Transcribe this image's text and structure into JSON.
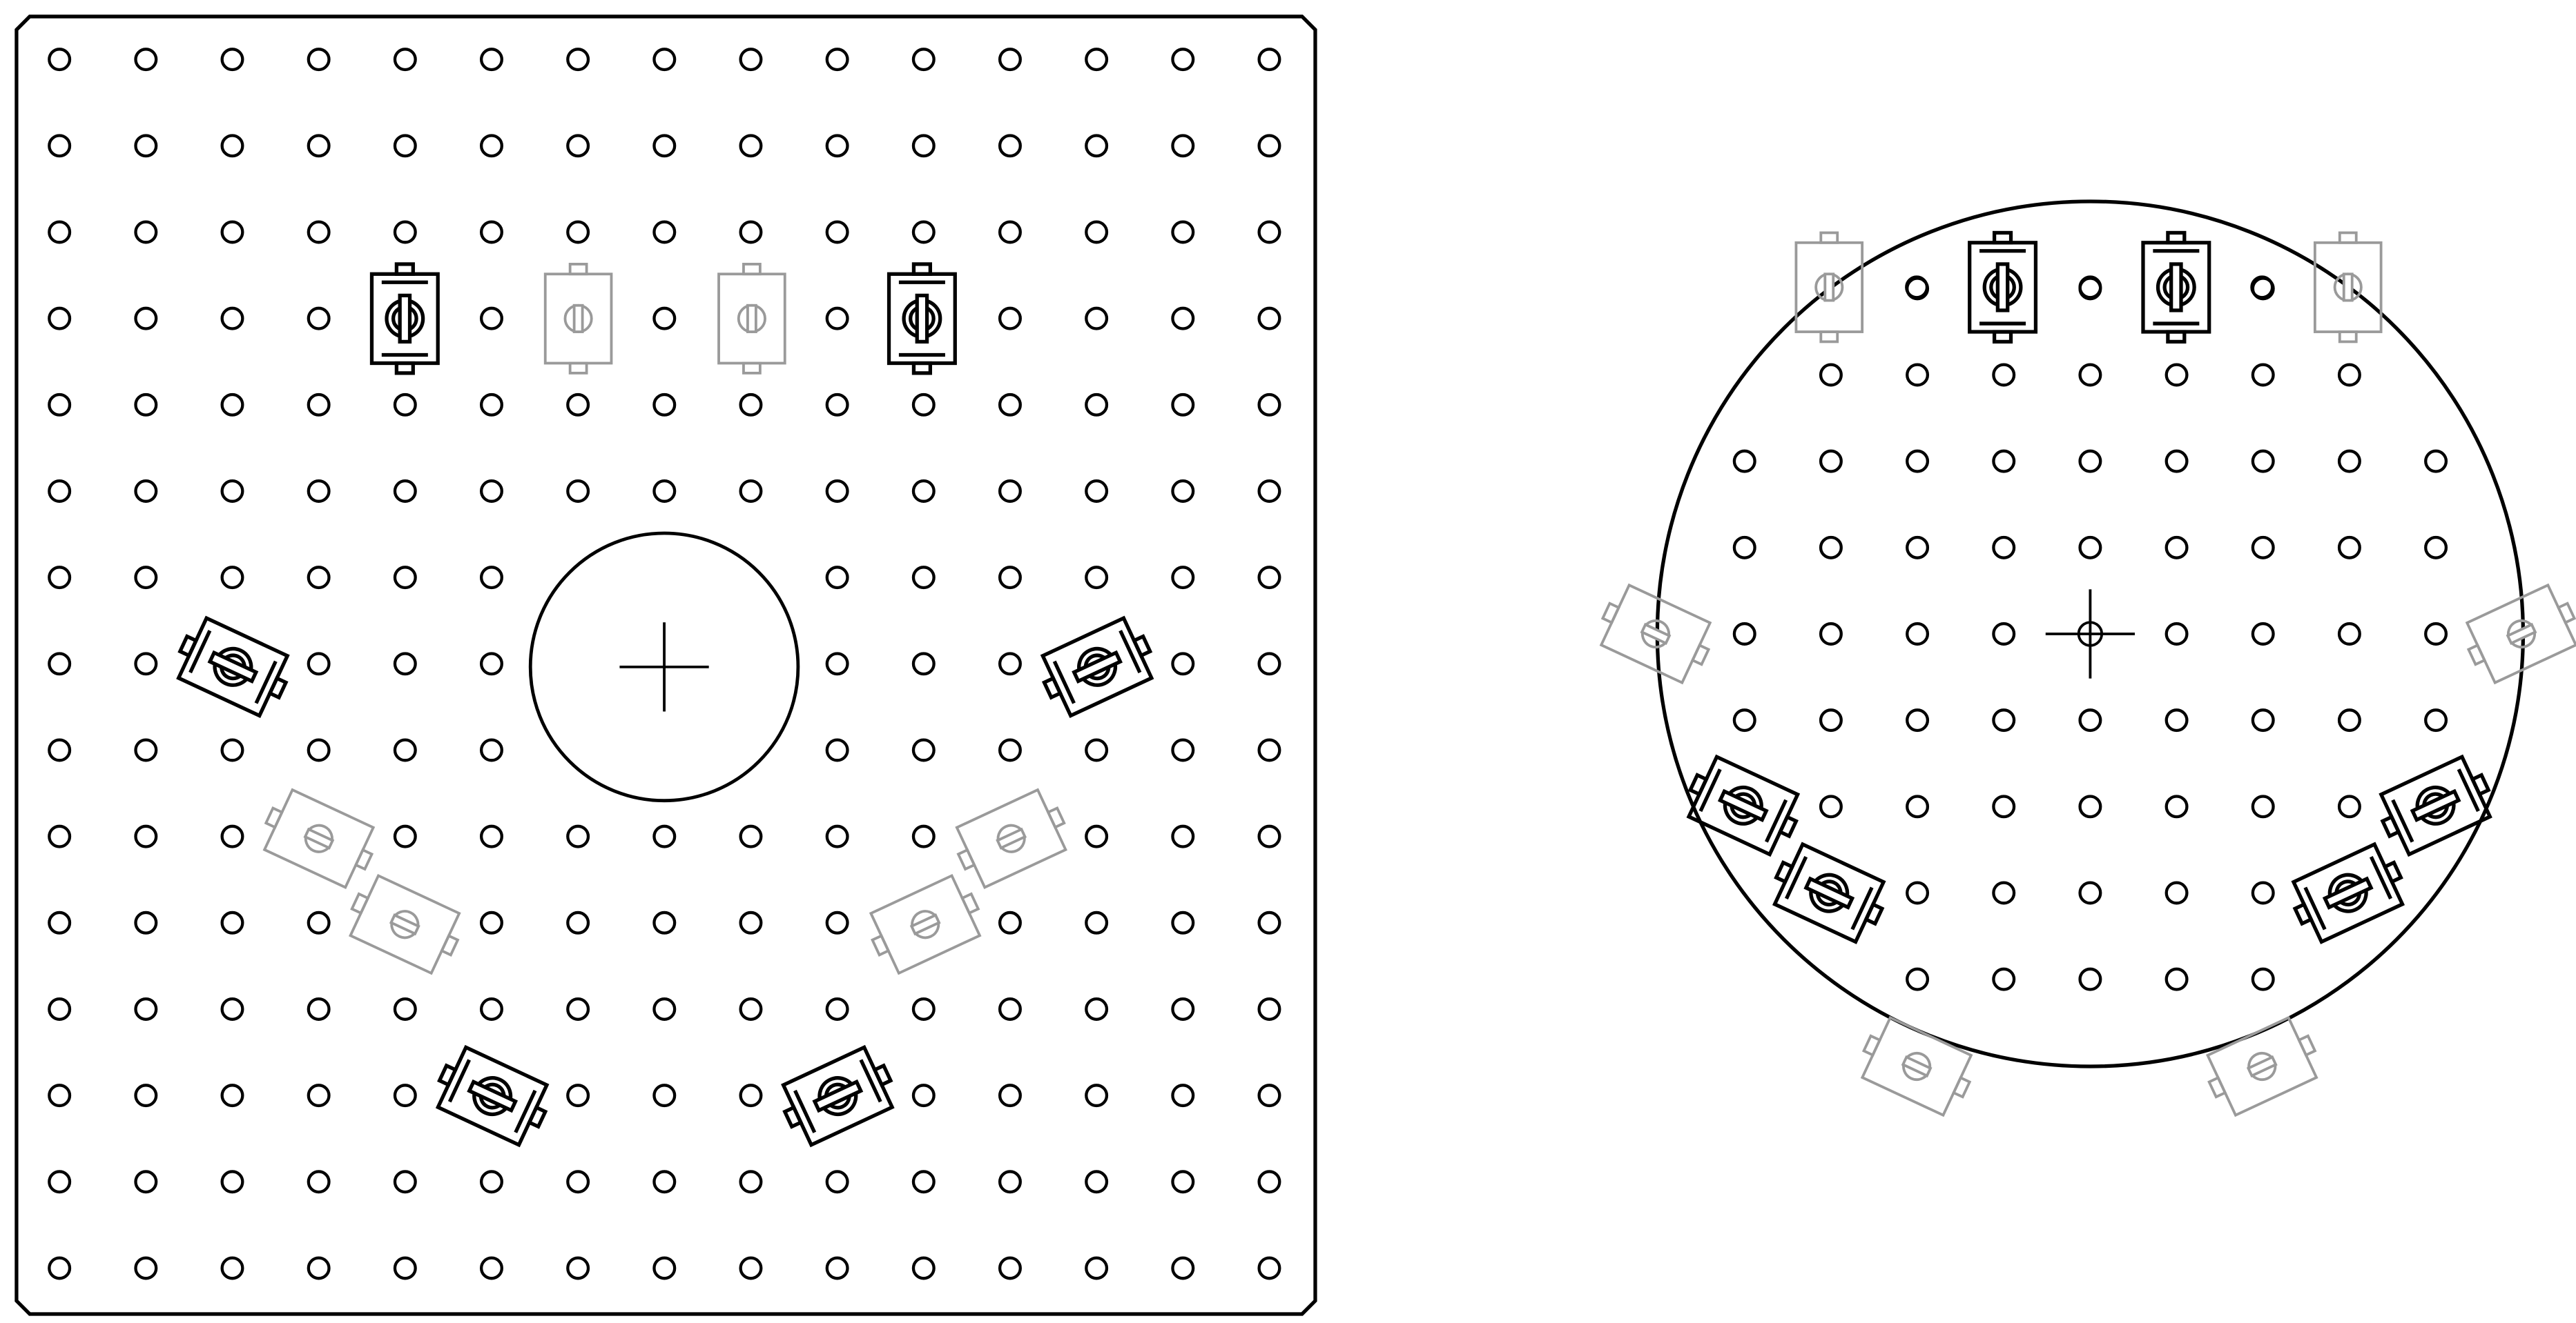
{
  "colors": {
    "background": "#ffffff",
    "active_stroke": "#000000",
    "inactive_stroke": "#9a9a9a"
  },
  "left_plate": {
    "shape": "square-with-chamfered-corners",
    "hole_grid": {
      "rows": 15,
      "cols": 15
    },
    "center_mark": "crosshair-in-large-circle",
    "clamps": [
      {
        "id": "L1",
        "state": "active",
        "orientation": "vertical"
      },
      {
        "id": "L2",
        "state": "inactive",
        "orientation": "vertical"
      },
      {
        "id": "L3",
        "state": "inactive",
        "orientation": "vertical"
      },
      {
        "id": "L4",
        "state": "active",
        "orientation": "vertical"
      },
      {
        "id": "L5",
        "state": "active",
        "orientation": "rotated"
      },
      {
        "id": "L6",
        "state": "active",
        "orientation": "rotated"
      },
      {
        "id": "L7",
        "state": "inactive",
        "orientation": "rotated"
      },
      {
        "id": "L8",
        "state": "inactive",
        "orientation": "rotated"
      },
      {
        "id": "L9",
        "state": "inactive",
        "orientation": "rotated"
      },
      {
        "id": "L10",
        "state": "inactive",
        "orientation": "rotated"
      },
      {
        "id": "L11",
        "state": "active",
        "orientation": "rotated"
      },
      {
        "id": "L12",
        "state": "active",
        "orientation": "rotated"
      }
    ]
  },
  "right_plate": {
    "shape": "circle",
    "center_mark": "small-crosshair-circle",
    "clamps": [
      {
        "id": "R1",
        "state": "inactive",
        "orientation": "vertical"
      },
      {
        "id": "R2",
        "state": "active",
        "orientation": "vertical"
      },
      {
        "id": "R3",
        "state": "active",
        "orientation": "vertical"
      },
      {
        "id": "R4",
        "state": "inactive",
        "orientation": "vertical"
      },
      {
        "id": "R5",
        "state": "inactive",
        "orientation": "rotated"
      },
      {
        "id": "R6",
        "state": "inactive",
        "orientation": "rotated"
      },
      {
        "id": "R7",
        "state": "active",
        "orientation": "rotated"
      },
      {
        "id": "R8",
        "state": "active",
        "orientation": "rotated"
      },
      {
        "id": "R9",
        "state": "active",
        "orientation": "rotated"
      },
      {
        "id": "R10",
        "state": "active",
        "orientation": "rotated"
      },
      {
        "id": "R11",
        "state": "inactive",
        "orientation": "rotated"
      },
      {
        "id": "R12",
        "state": "inactive",
        "orientation": "rotated"
      }
    ]
  }
}
